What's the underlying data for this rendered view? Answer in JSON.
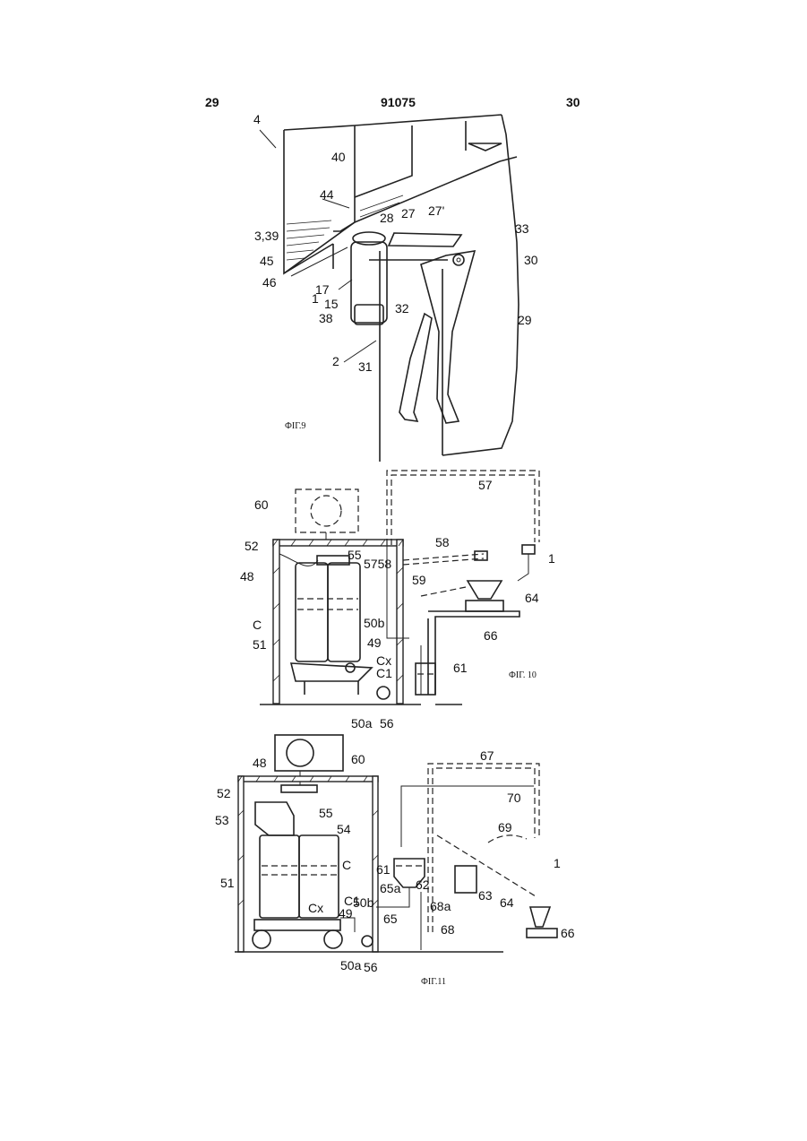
{
  "header": {
    "left_page": "29",
    "patent_number": "91075",
    "right_page": "30"
  },
  "fig9": {
    "caption": "ФІГ.9",
    "labels": {
      "l4": "4",
      "l40": "40",
      "l44": "44",
      "l339": "3,39",
      "l28": "28",
      "l27": "27",
      "l27p": "27'",
      "l33": "33",
      "l30": "30",
      "l45": "45",
      "l46": "46",
      "l17": "17",
      "l1": "1",
      "l15": "15",
      "l38": "38",
      "l32": "32",
      "l29": "29",
      "l2": "2",
      "l31": "31"
    }
  },
  "fig10": {
    "caption": "ФІГ. 10",
    "labels": {
      "l57": "57",
      "l60": "60",
      "l58": "58",
      "l52": "52",
      "l55": "55",
      "l5758": "5758",
      "l1": "1",
      "l48": "48",
      "l59": "59",
      "l64": "64",
      "lC": "C",
      "l50b": "50b",
      "l51": "51",
      "l66": "66",
      "l49": "49",
      "lCx": "Cx",
      "lC1": "C1",
      "l61": "61",
      "l50a": "50a",
      "l56": "56"
    }
  },
  "fig11": {
    "caption": "ФІГ.11",
    "labels": {
      "l67": "67",
      "l60": "60",
      "l48": "48",
      "l70": "70",
      "l52": "52",
      "l55": "55",
      "l53": "53",
      "l54": "54",
      "l69": "69",
      "lC": "C",
      "l50b": "50b",
      "l61": "61",
      "l62": "62",
      "l1": "1",
      "l51": "51",
      "l65a": "65a",
      "l63": "63",
      "lC1": "C1",
      "lCx": "Cx",
      "l49": "49",
      "l68a": "68a",
      "l64": "64",
      "l65": "65",
      "l68": "68",
      "l66": "66",
      "l50a": "50a",
      "l56": "56"
    }
  }
}
